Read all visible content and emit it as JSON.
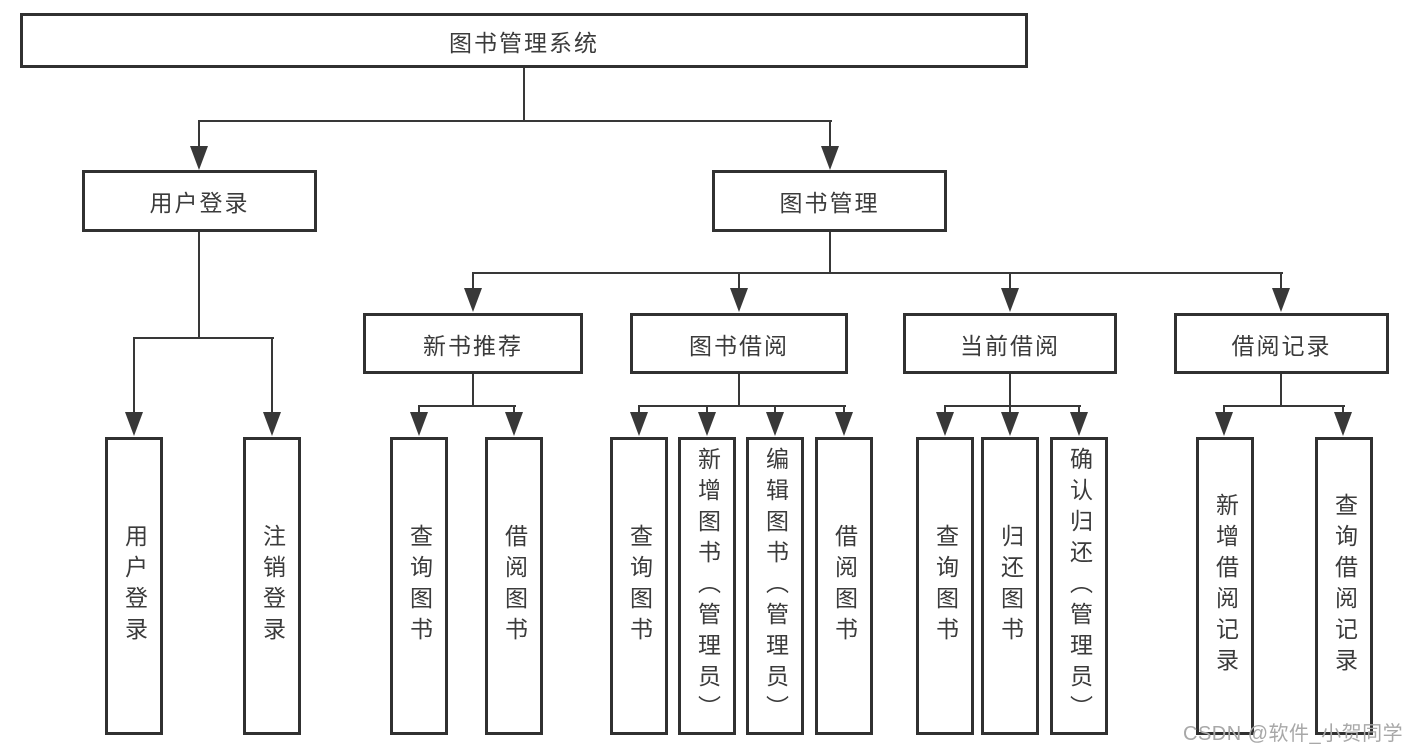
{
  "diagram": {
    "root": {
      "label": "图书管理系统"
    },
    "tree": {
      "user_login": {
        "label": "用户登录",
        "children": [
          {
            "label": "用户登录"
          },
          {
            "label": "注销登录"
          }
        ]
      },
      "book_management": {
        "label": "图书管理",
        "children": [
          {
            "label": "新书推荐",
            "children": [
              {
                "label": "查询图书"
              },
              {
                "label": "借阅图书"
              }
            ]
          },
          {
            "label": "图书借阅",
            "children": [
              {
                "label": "查询图书"
              },
              {
                "label": "新增图书（管理员）"
              },
              {
                "label": "编辑图书（管理员）"
              },
              {
                "label": "借阅图书"
              }
            ]
          },
          {
            "label": "当前借阅",
            "children": [
              {
                "label": "查询图书"
              },
              {
                "label": "归还图书"
              },
              {
                "label": "确认归还（管理员）"
              }
            ]
          },
          {
            "label": "借阅记录",
            "children": [
              {
                "label": "新增借阅记录"
              },
              {
                "label": "查询借阅记录"
              }
            ]
          }
        ]
      }
    },
    "watermark": "CSDN @软件_小贺同学",
    "colors": {
      "background": "#ffffff",
      "box_border": "#313131",
      "connector_line": "#383838",
      "text": "#3b3b3b",
      "watermark_text": "#a8a8a8"
    }
  }
}
